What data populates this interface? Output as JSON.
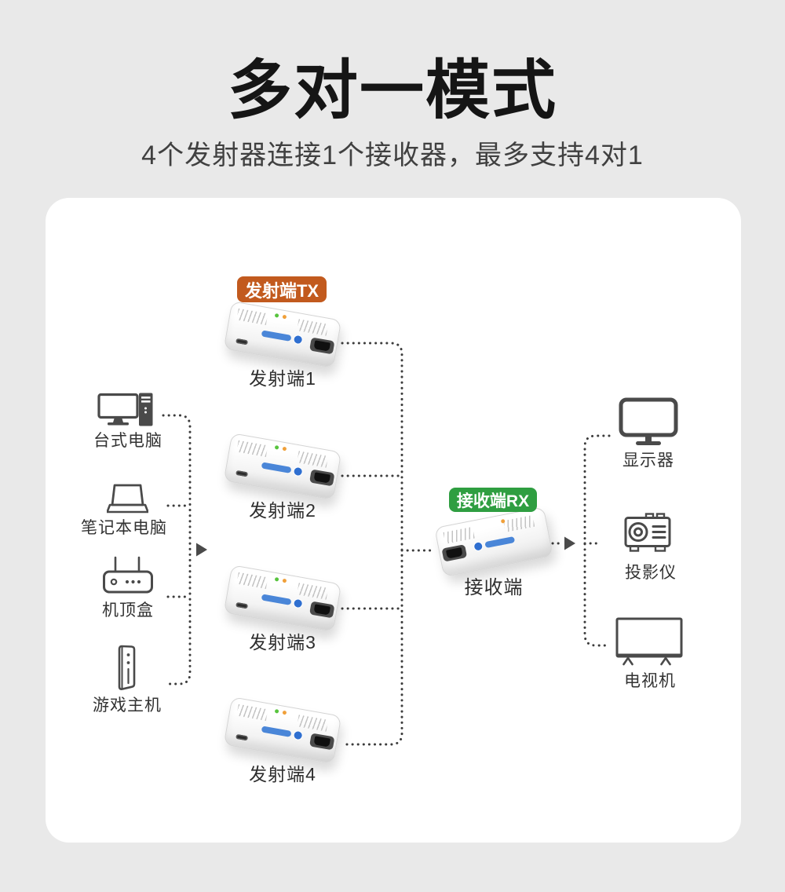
{
  "header": {
    "title": "多对一模式",
    "subtitle": "4个发射器连接1个接收器，最多支持4对1"
  },
  "diagram": {
    "tx_badge": {
      "label": "发射端TX",
      "color": "#c25a1e"
    },
    "rx_badge": {
      "label": "接收端RX",
      "color": "#2f9e41"
    },
    "sources": [
      {
        "label": "台式电脑",
        "icon": "desktop-computer-icon"
      },
      {
        "label": "笔记本电脑",
        "icon": "laptop-icon"
      },
      {
        "label": "机顶盒",
        "icon": "set-top-box-icon"
      },
      {
        "label": "游戏主机",
        "icon": "game-console-icon"
      }
    ],
    "transmitters": [
      {
        "label": "发射端1"
      },
      {
        "label": "发射端2"
      },
      {
        "label": "发射端3"
      },
      {
        "label": "发射端4"
      }
    ],
    "receiver": {
      "label": "接收端"
    },
    "displays": [
      {
        "label": "显示器",
        "icon": "monitor-icon"
      },
      {
        "label": "投影仪",
        "icon": "projector-icon"
      },
      {
        "label": "电视机",
        "icon": "tv-icon"
      }
    ],
    "connector_color": "#3c3c3c"
  }
}
